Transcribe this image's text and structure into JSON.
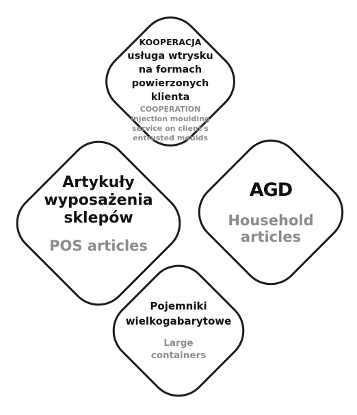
{
  "diamonds": {
    "top": {
      "pl_lines": [
        "KOOPERACJA",
        "usługa wtrysku",
        "na formach",
        "powierzonych",
        "klienta"
      ],
      "en_lines": [
        "COOPERATION",
        "injection moulding",
        "service on client's",
        "entrusted moulds"
      ]
    },
    "left": {
      "pl_lines": [
        "Artykuły",
        "wyposażenia",
        "sklepów"
      ],
      "en_lines": [
        "POS articles"
      ]
    },
    "right": {
      "pl_lines": [
        "AGD"
      ],
      "en_lines": [
        "Household",
        "articles"
      ]
    },
    "bottom": {
      "pl_lines": [
        "Pojemniki",
        "wielkogabarytowe"
      ],
      "en_lines": [
        "Large",
        "containers"
      ]
    }
  },
  "colors": {
    "border": "#1b1b1b",
    "polish_text": "#111111",
    "english_text": "#8c8c8c"
  }
}
